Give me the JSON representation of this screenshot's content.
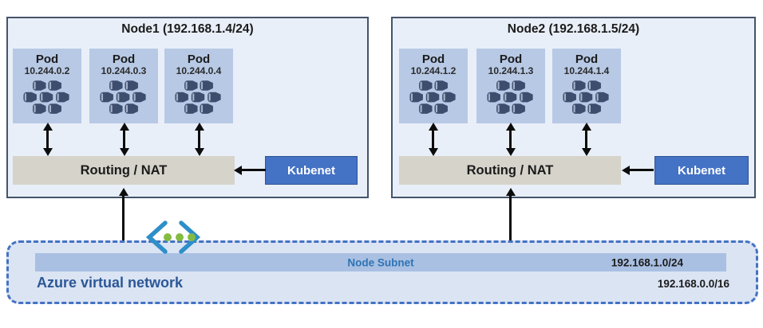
{
  "nodes": [
    {
      "title": "Node1 (192.168.1.4/24)",
      "pods": [
        {
          "label": "Pod",
          "ip": "10.244.0.2"
        },
        {
          "label": "Pod",
          "ip": "10.244.0.3"
        },
        {
          "label": "Pod",
          "ip": "10.244.0.4"
        }
      ],
      "router_label": "Routing / NAT",
      "kubenet_label": "Kubenet"
    },
    {
      "title": "Node2 (192.168.1.5/24)",
      "pods": [
        {
          "label": "Pod",
          "ip": "10.244.1.2"
        },
        {
          "label": "Pod",
          "ip": "10.244.1.3"
        },
        {
          "label": "Pod",
          "ip": "10.244.1.4"
        }
      ],
      "router_label": "Routing / NAT",
      "kubenet_label": "Kubenet"
    }
  ],
  "vnet": {
    "label": "Azure virtual network",
    "subnet_label": "Node Subnet",
    "subnet_cidr": "192.168.1.0/24",
    "vnet_cidr": "192.168.0.0/16"
  },
  "colors": {
    "node_fill": "#E9EFF8",
    "node_border": "#44546A",
    "pod_fill": "#B7C9E5",
    "pod_icon": "#3C4D6E",
    "router_fill": "#D6D3CB",
    "kubenet_fill": "#4472C4",
    "kubenet_text": "#FFFFFF",
    "vnet_fill": "#DBE4F3",
    "vnet_border": "#4472C4",
    "subnet_fill": "#A9C0E2",
    "subnet_label_text": "#2E74B5",
    "vnet_label_text": "#2B5797",
    "arrow": "#0C0C0C",
    "vnet_icon_chevron": "#2E8FC9",
    "vnet_icon_dot": "#83BC41"
  }
}
